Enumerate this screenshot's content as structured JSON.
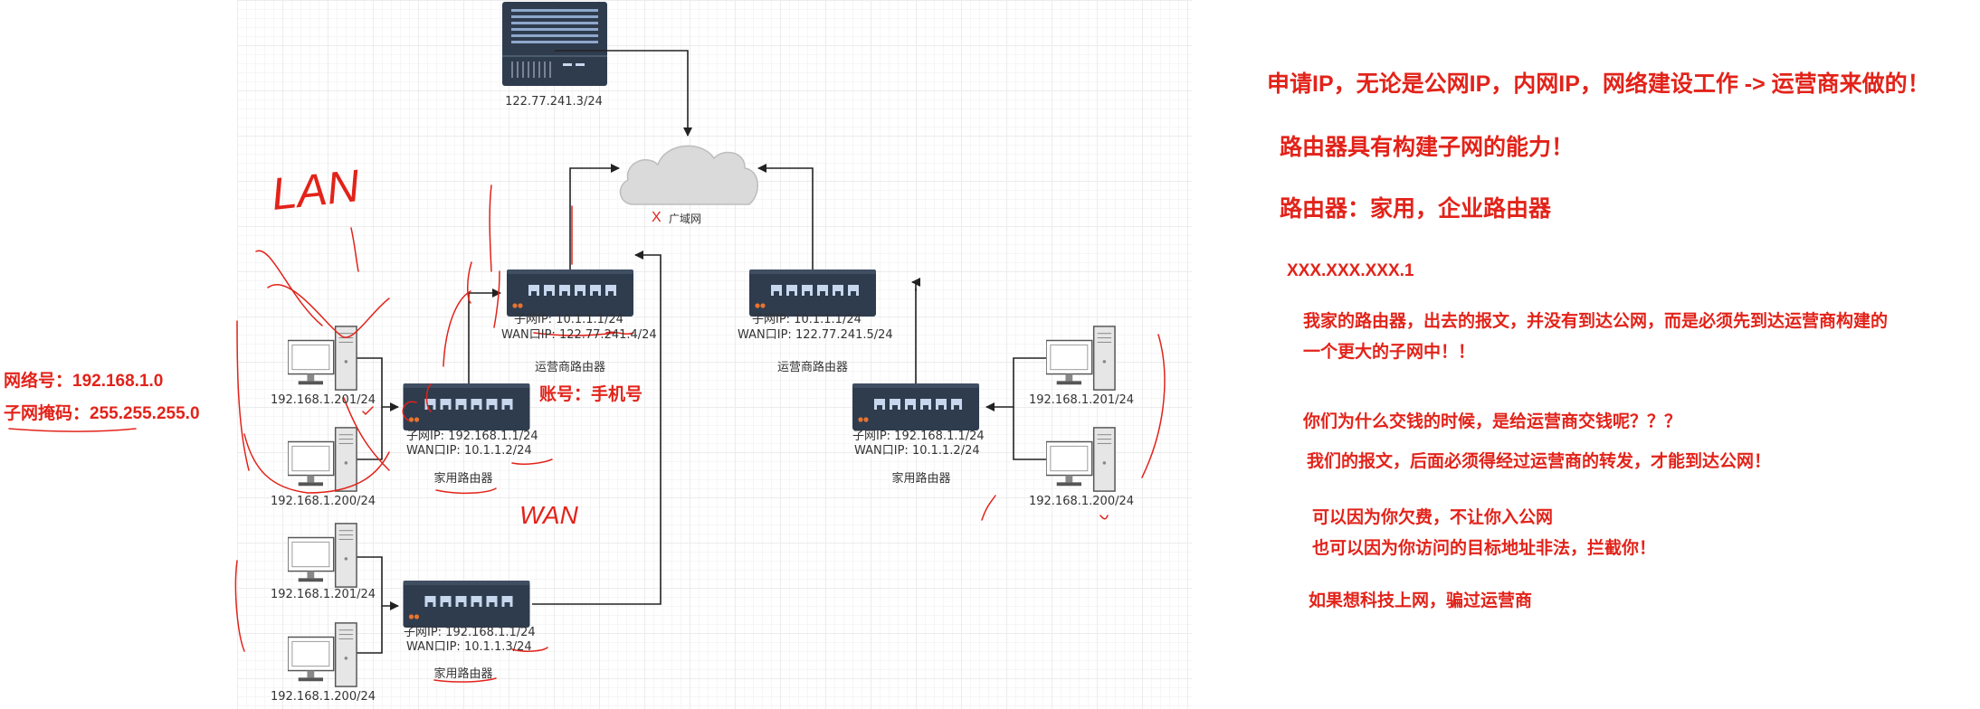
{
  "nodes": {
    "server": {
      "ip": "122.77.241.3/24"
    },
    "cloud": {
      "label": "广域网"
    },
    "isp_router_left": {
      "subnet_ip": "子网IP:   10.1.1.1/24",
      "wan_ip": "WAN口IP:  122.77.241.4/24",
      "name": "运营商路由器"
    },
    "isp_router_right": {
      "subnet_ip": "子网IP:   10.1.1.1/24",
      "wan_ip": "WAN口IP:  122.77.241.5/24",
      "name": "运营商路由器"
    },
    "home_router_1": {
      "subnet_ip": "子网IP:   192.168.1.1/24",
      "wan_ip": "WAN口IP:  10.1.1.2/24",
      "name": "家用路由器"
    },
    "home_router_2": {
      "subnet_ip": "子网IP:   192.168.1.1/24",
      "wan_ip": "WAN口IP:  10.1.1.3/24",
      "name": "家用路由器"
    },
    "home_router_3": {
      "subnet_ip": "子网IP:   192.168.1.1/24",
      "wan_ip": "WAN口IP:  10.1.1.2/24",
      "name": "家用路由器"
    },
    "pc_1": {
      "ip": "192.168.1.201/24"
    },
    "pc_2": {
      "ip": "192.168.1.200/24"
    },
    "pc_3": {
      "ip": "192.168.1.201/24"
    },
    "pc_4": {
      "ip": "192.168.1.200/24"
    },
    "pc_5": {
      "ip": "192.168.1.201/24"
    },
    "pc_6": {
      "ip": "192.168.1.200/24"
    }
  },
  "annotations": {
    "network_number": "网络号：192.168.1.0",
    "subnet_mask": "子网掩码：255.255.255.0",
    "account": "账号：手机号",
    "lan": "LAN",
    "wan": "WAN",
    "x_mark": "X"
  },
  "notes": {
    "line1": "申请IP，无论是公网IP，内网IP，网络建设工作 -> 运营商来做的！",
    "line2": "路由器具有构建子网的能力！",
    "line3": "路由器：家用，企业路由器",
    "line4": "XXX.XXX.XXX.1",
    "line5a": "我家的路由器，出去的报文，并没有到达公网，而是必须先到达运营商构建的",
    "line5b": "一个更大的子网中！！",
    "line6": "你们为什么交钱的时候，是给运营商交钱呢？？？",
    "line7": "我们的报文，后面必须得经过运营商的转发，才能到达公网！",
    "line8a": "可以因为你欠费，不让你入公网",
    "line8b": "也可以因为你访问的目标地址非法，拦截你！",
    "line9": "如果想科技上网，骗过运营商"
  },
  "colors": {
    "accent_red": "#e2231a",
    "device_dark": "#2f3c4e",
    "port_blue": "#c7d7ee",
    "led_orange": "#e8732e",
    "connector": "#222222"
  }
}
